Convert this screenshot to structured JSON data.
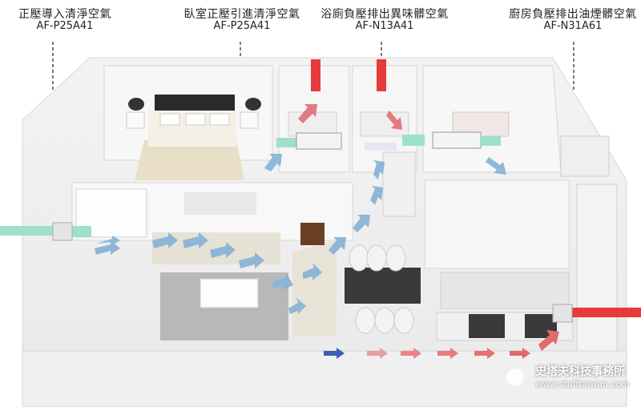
{
  "labels": [
    {
      "title": "正壓導入清淨空氣",
      "model": "AF-P25A41"
    },
    {
      "title": "臥室正壓引進清淨空氣",
      "model": "AF-P25A41"
    },
    {
      "title": "浴廁負壓排出異味髒空氣",
      "model": "AF-N13A41"
    },
    {
      "title": "廚房負壓排出油煙髒空氣",
      "model": "AF-N31A61"
    }
  ],
  "watermark": {
    "name": "史塔夫科技事務所",
    "url": "www.stufftaiwan.com"
  },
  "colors": {
    "clean_air": "#8ab4d6",
    "dirty_air": "#e06b6e",
    "intake_duct": "#9ee0c9",
    "exhaust_duct": "#e83a3a",
    "wall": "#f2f2f2"
  }
}
